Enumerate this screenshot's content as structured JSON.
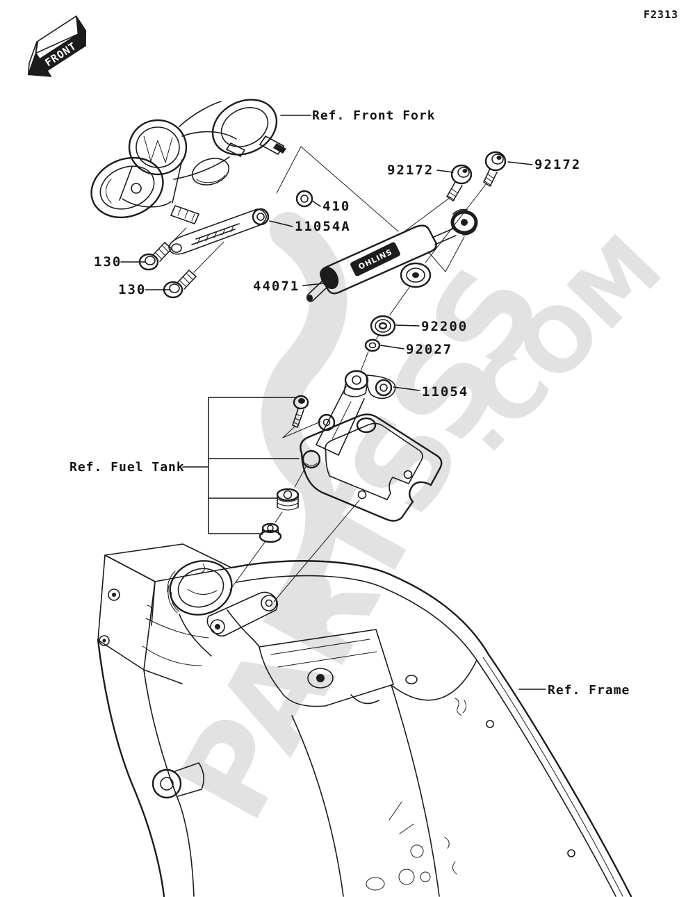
{
  "page": {
    "sheet_code": "F2313",
    "background": "#ffffff",
    "line_color": "#1c1c1c"
  },
  "front_marker": {
    "label": "FRONT"
  },
  "watermark": {
    "text": "PARTSSS",
    "suffix": ".COM",
    "color": "#e2e2e2"
  },
  "damper": {
    "brand": "OHLINS"
  },
  "labels": {
    "ref_front_fork": "Ref. Front Fork",
    "bolt_92172_left": "92172",
    "bolt_92172_right": "92172",
    "washer_410": "410",
    "bracket_11054a": "11054A",
    "bolt_130_upper": "130",
    "bolt_130_lower": "130",
    "damper_44071": "44071",
    "washer_92200": "92200",
    "collar_92027": "92027",
    "bracket_11054": "11054",
    "ref_fuel_tank": "Ref. Fuel Tank",
    "ref_frame": "Ref. Frame"
  }
}
